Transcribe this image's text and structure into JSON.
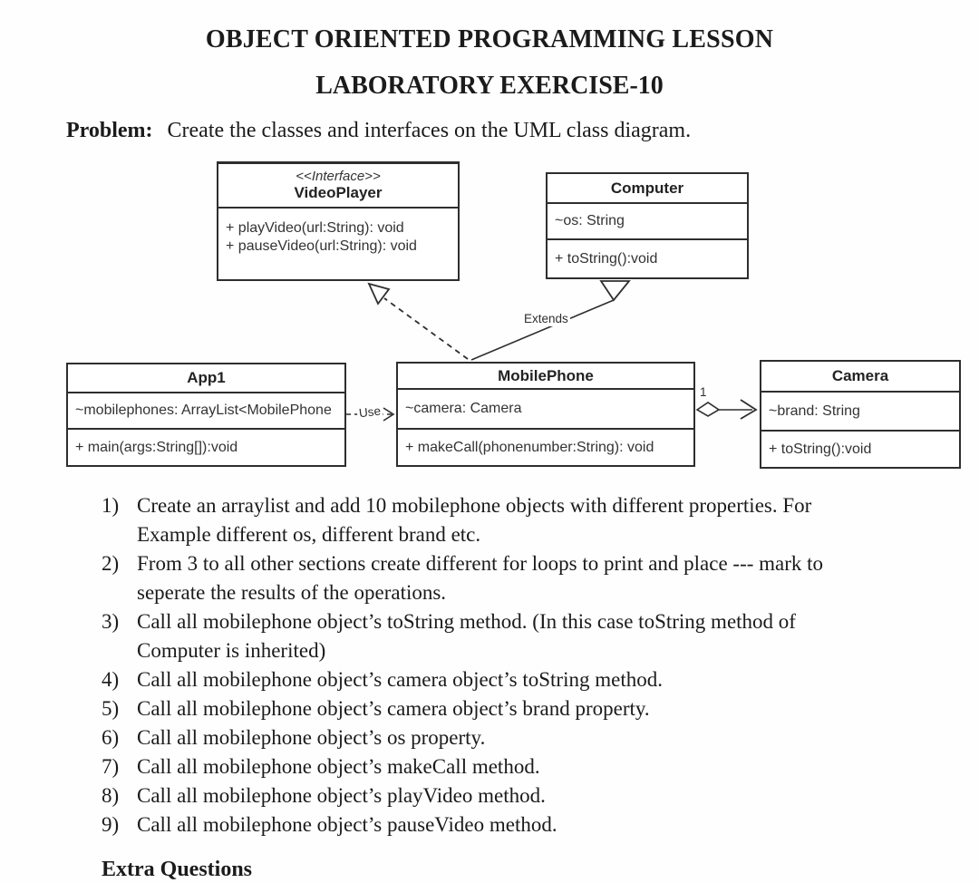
{
  "page": {
    "title": "OBJECT ORIENTED PROGRAMMING LESSON",
    "subtitle": "LABORATORY EXERCISE-10",
    "problem_label": "Problem:",
    "problem_text": "Create the classes and interfaces on the UML class diagram.",
    "extra_heading": "Extra Questions"
  },
  "diagram": {
    "classes": [
      {
        "stereotype": "<<Interface>>",
        "name": "VideoPlayer",
        "methods": [
          "+ playVideo(url:String): void",
          "+ pauseVideo(url:String): void"
        ]
      },
      {
        "name": "Computer",
        "attributes": [
          "~os: String"
        ],
        "methods": [
          "+ toString():void"
        ]
      },
      {
        "name": "App1",
        "attributes": [
          "~mobilephones: ArrayList<MobilePhone"
        ],
        "methods": [
          "+ main(args:String[]):void"
        ]
      },
      {
        "name": "MobilePhone",
        "attributes": [
          "~camera: Camera"
        ],
        "methods": [
          "+ makeCall(phonenumber:String): void"
        ]
      },
      {
        "name": "Camera",
        "attributes": [
          "~brand: String"
        ],
        "methods": [
          "+ toString():void"
        ]
      }
    ],
    "labels": {
      "extends": "Extends",
      "use": "Use",
      "multiplicity_one": "1"
    }
  },
  "list": {
    "items": [
      {
        "num": "1)",
        "lines": [
          "Create an arraylist and add 10 mobilephone objects with different properties. For",
          "Example different os, different brand etc."
        ]
      },
      {
        "num": "2)",
        "lines": [
          "From 3 to all other sections create different for loops to print and place --- mark to",
          "seperate the results of the operations."
        ]
      },
      {
        "num": "3)",
        "lines": [
          "Call all mobilephone object’s toString method. (In this case toString method of",
          "Computer is inherited)"
        ]
      },
      {
        "num": "4)",
        "lines": [
          "Call all mobilephone object’s camera object’s toString method."
        ]
      },
      {
        "num": "5)",
        "lines": [
          "Call all mobilephone object’s camera object’s brand property."
        ]
      },
      {
        "num": "6)",
        "lines": [
          "Call all mobilephone object’s os property."
        ]
      },
      {
        "num": "7)",
        "lines": [
          "Call all mobilephone object’s makeCall method."
        ]
      },
      {
        "num": "8)",
        "lines": [
          "Call all mobilephone object’s playVideo method."
        ]
      },
      {
        "num": "9)",
        "lines": [
          "Call all mobilephone object’s pauseVideo method."
        ]
      }
    ]
  },
  "colors": {
    "ink": "#1b1b1b",
    "line": "#2e2e2e",
    "bg": "#fefefe"
  }
}
